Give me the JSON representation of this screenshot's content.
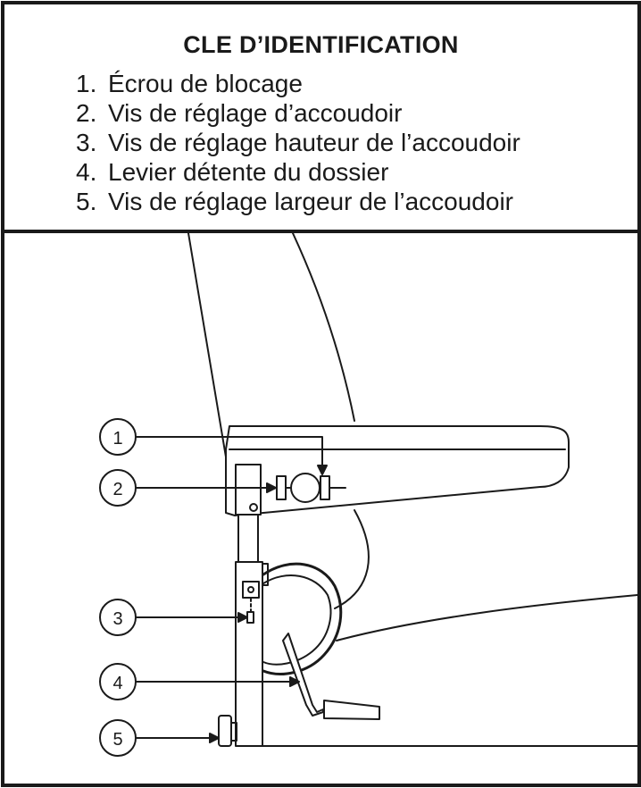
{
  "key": {
    "title": "CLE D’IDENTIFICATION",
    "items": [
      {
        "number": "1.",
        "label": "Écrou de blocage"
      },
      {
        "number": "2.",
        "label": "Vis de réglage d’accoudoir"
      },
      {
        "number": "3.",
        "label": "Vis de réglage hauteur de l’accoudoir"
      },
      {
        "number": "4.",
        "label": "Levier détente du dossier"
      },
      {
        "number": "5.",
        "label": "Vis de réglage largeur de l’accoudoir"
      }
    ]
  },
  "callouts": [
    "1",
    "2",
    "3",
    "4",
    "5"
  ]
}
